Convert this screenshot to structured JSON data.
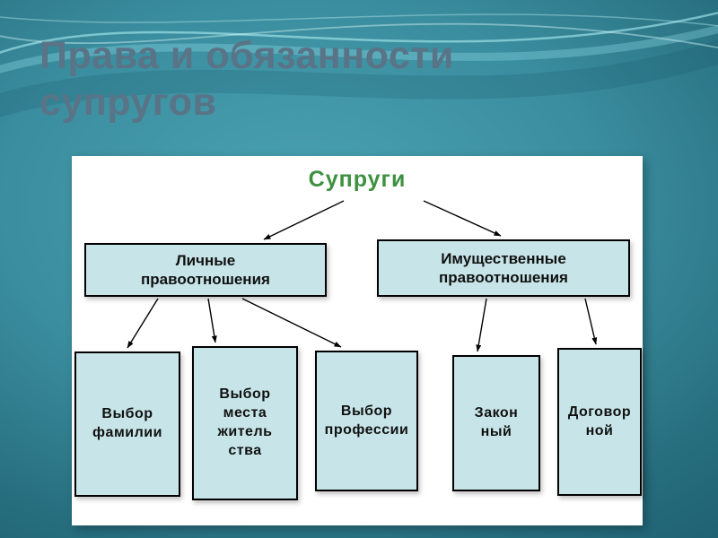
{
  "slide": {
    "title": "Права и обязанности супругов",
    "title_color": "#587486",
    "background_color": "#3a8d9e"
  },
  "diagram": {
    "root_label": "Супруги",
    "root_color": "#3d9140",
    "node_fill": "#c7e5e8",
    "node_border": "#000000",
    "branches": [
      {
        "id": "personal",
        "label": "Личные\nправоотношения"
      },
      {
        "id": "property",
        "label": "Имущественные\nправоотношения"
      }
    ],
    "leaves": [
      {
        "id": "surname",
        "label": "Выбор\nфамилии",
        "parent": "personal"
      },
      {
        "id": "residence",
        "label": "Выбор\nместа\nжитель\nства",
        "parent": "personal"
      },
      {
        "id": "profession",
        "label": "Выбор\nпрофессии",
        "parent": "personal"
      },
      {
        "id": "legal",
        "label": "Закон\nный",
        "parent": "property"
      },
      {
        "id": "contract",
        "label": "Договор\nной",
        "parent": "property"
      }
    ]
  }
}
